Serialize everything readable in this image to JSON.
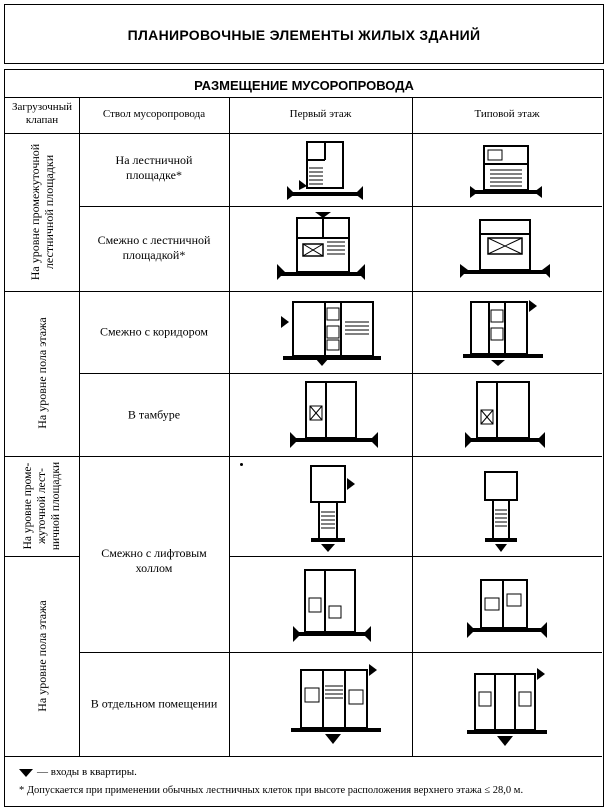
{
  "title": "ПЛАНИРОВОЧНЫЕ ЭЛЕМЕНТЫ ЖИЛЫХ ЗДАНИЙ",
  "subtitle": "РАЗМЕЩЕНИЕ МУСОРОПРОВОДА",
  "headers": {
    "valve": "Загрузочный клапан",
    "shaft": "Ствол мусоропровода",
    "first_floor": "Первый этаж",
    "typical_floor": "Типовой этаж"
  },
  "valve_groups": {
    "g1": "На уровне промежуточной лестничной площадки",
    "g2": "На уровне пола этажа",
    "g3": "На уровне проме-жуточной лест-ничной площадки",
    "g4": "На уровне пола этажа"
  },
  "shaft_rows": {
    "r1": "На лестничной площадке*",
    "r2": "Смежно с лестничной площадкой*",
    "r3": "Смежно с коридором",
    "r4": "В тамбуре",
    "r5": "Смежно с лифтовым холлом",
    "r7": "В отдельном помещении"
  },
  "footnotes": {
    "legend": "— входы в квартиры.",
    "note": "* Допускается при применении обычных лестничных клеток при высоте расположения верхнего этажа ≤ 28,0 м."
  }
}
